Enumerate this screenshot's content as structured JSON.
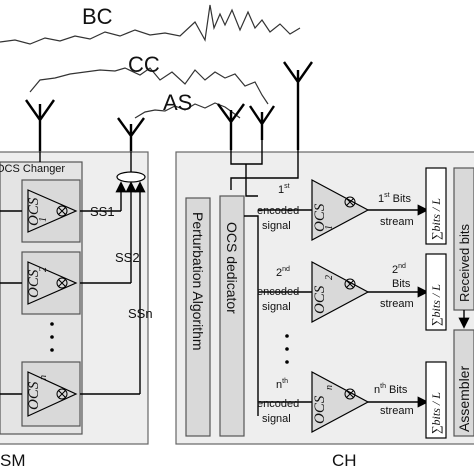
{
  "signals": {
    "bc": "BC",
    "cc": "CC",
    "as": "AS"
  },
  "sm": {
    "label": "SM",
    "changer_title": "OCS Changer",
    "ocs_blocks": [
      {
        "main": "OCS",
        "sub": "1"
      },
      {
        "main": "OCS",
        "sub": "2"
      },
      {
        "main": "OCS",
        "sub": "n"
      }
    ],
    "ss_labels": [
      "SS1",
      "SS2",
      "SSn"
    ]
  },
  "ch": {
    "label": "CH",
    "perturbation_algorithm": "Perturbation Algorithm",
    "ocs_dedicator": "OCS dedicator",
    "encoded_inputs": [
      {
        "ord": "1",
        "sup": "st",
        "line1": "encoded",
        "line2": "signal"
      },
      {
        "ord": "2",
        "sup": "nd",
        "line1": "encoded",
        "line2": "signal"
      },
      {
        "ord": "n",
        "sup": "th",
        "line1": "encoded",
        "line2": "signal"
      }
    ],
    "ocs_blocks": [
      {
        "main": "OCS",
        "sub": "1"
      },
      {
        "main": "OCS",
        "sub": "2"
      },
      {
        "main": "OCS",
        "sub": "n"
      }
    ],
    "bits_streams": [
      {
        "ord": "1",
        "sup": "st",
        "line1": "Bits",
        "line2": "stream"
      },
      {
        "ord": "2",
        "sup": "nd",
        "line1": "Bits",
        "line2": "stream"
      },
      {
        "ord": "n",
        "sup": "th",
        "line1": "Bits",
        "line2": "stream"
      }
    ],
    "sum_label": "∑bits / L",
    "received_bits": "Received bits",
    "assembler": "Assembler"
  }
}
